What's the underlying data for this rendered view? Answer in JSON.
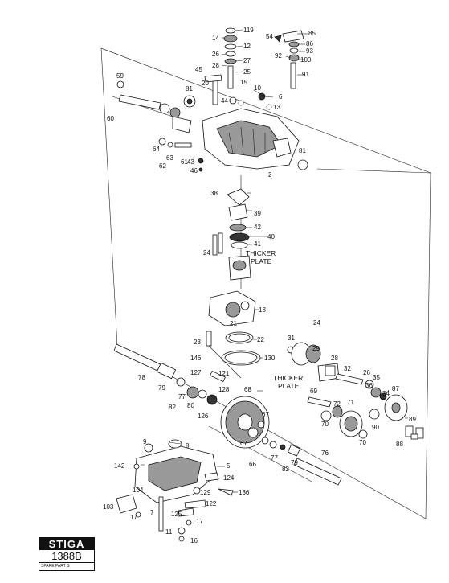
{
  "diagram": {
    "labels": [
      "119",
      "14",
      "12",
      "26",
      "27",
      "28",
      "25",
      "45",
      "20",
      "15",
      "10",
      "6",
      "13",
      "44",
      "81",
      "59",
      "60",
      "64",
      "63",
      "62",
      "61",
      "43",
      "46",
      "2",
      "81",
      "85",
      "54",
      "86",
      "93",
      "92",
      "100",
      "91",
      "38",
      "39",
      "42",
      "40",
      "41",
      "24",
      "18",
      "21",
      "22",
      "23",
      "130",
      "146",
      "31",
      "24",
      "29",
      "28",
      "32",
      "26",
      "35",
      "36",
      "34",
      "87",
      "78",
      "121",
      "127",
      "77",
      "79",
      "82",
      "80",
      "126",
      "128",
      "68",
      "67",
      "69",
      "72",
      "71",
      "70",
      "90",
      "70",
      "89",
      "88",
      "67",
      "66",
      "77",
      "82",
      "79",
      "76",
      "9",
      "8",
      "142",
      "5",
      "124",
      "104",
      "136",
      "129",
      "122",
      "103",
      "17",
      "7",
      "125",
      "17",
      "11",
      "16"
    ],
    "notes": [
      "THICKER\nPLATE",
      "THICKER\nPLATE"
    ]
  },
  "logo": {
    "brand": "STIGA",
    "code": "1388B",
    "sub": "SPARE PART S"
  }
}
